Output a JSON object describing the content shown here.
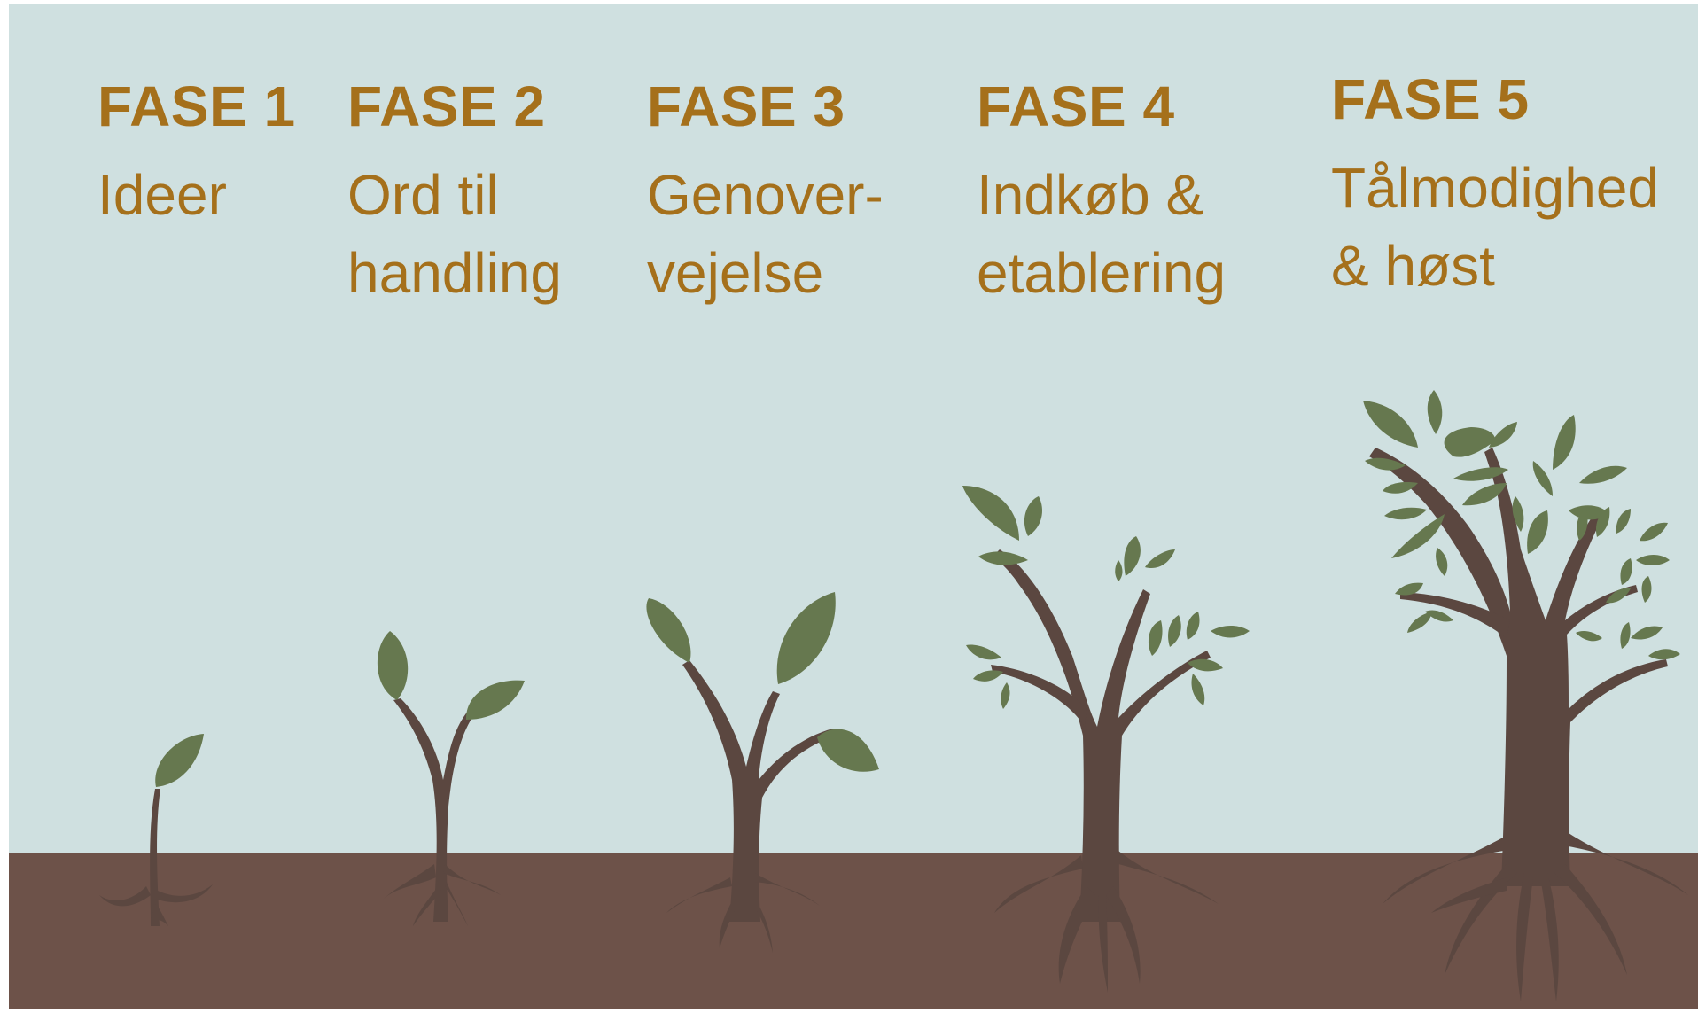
{
  "colors": {
    "sky": "#cfe0e0",
    "soil": "#6d5249",
    "trunk": "#5b4740",
    "leaf": "#66784f",
    "text": "#a5701b",
    "frame": "#ffffff"
  },
  "phases": [
    {
      "title": "FASE 1",
      "desc": "Ideer"
    },
    {
      "title": "FASE 2",
      "desc": "Ord til\nhandling"
    },
    {
      "title": "FASE 3",
      "desc": "Genover-\nvejelse"
    },
    {
      "title": "FASE 4",
      "desc": "Indkøb &\netablering"
    },
    {
      "title": "FASE 5",
      "desc": "Tålmodighed\n& høst"
    }
  ],
  "icons": [
    "sprout-icon",
    "seedling-icon",
    "young-plant-icon",
    "young-tree-icon",
    "mature-tree-icon"
  ]
}
